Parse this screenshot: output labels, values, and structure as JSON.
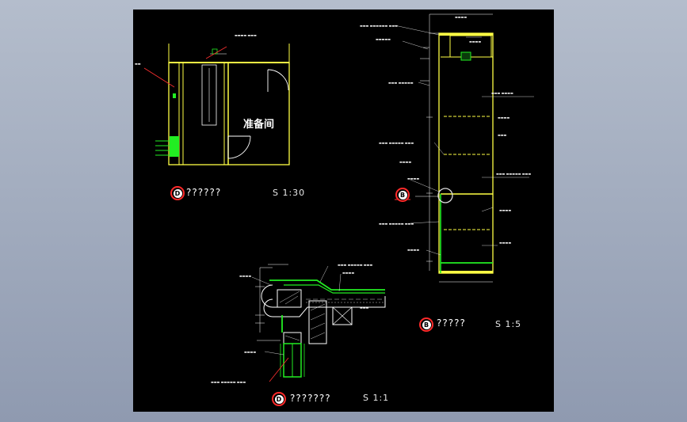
{
  "room_name": "准备间",
  "detail_d1": {
    "letter": "D",
    "title": "??????",
    "scale": "S 1:30"
  },
  "detail_b": {
    "letter": "B",
    "title": "?????",
    "scale": "S 1:5"
  },
  "detail_d2": {
    "letter": "D",
    "title": "???????",
    "scale": "S 1:1"
  },
  "section_marker": {
    "letter": "B"
  },
  "colors": {
    "viewport_bg": "#000000",
    "outline": "#ffff44",
    "detail_line": "#22ee22",
    "badge": "#ff2a2a",
    "red_line": "#ff3030",
    "dim": "#ffffff"
  }
}
